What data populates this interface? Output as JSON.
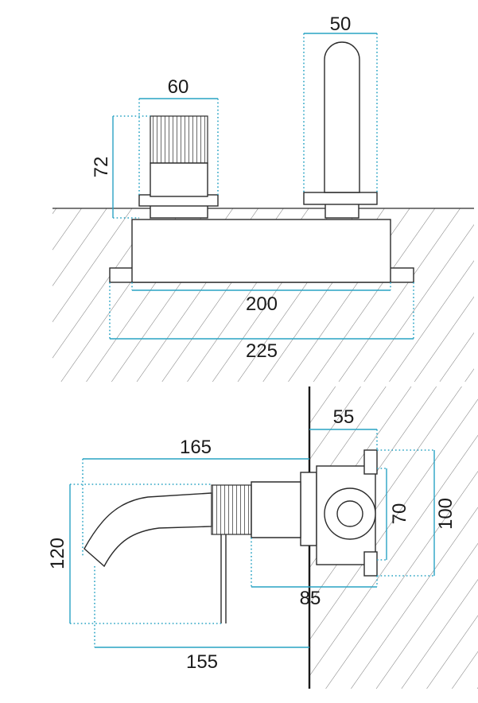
{
  "top_view": {
    "dims": {
      "handle_width": "60",
      "handle_height": "72",
      "spout_width": "50",
      "body_width": "200",
      "overall_width": "225"
    }
  },
  "side_view": {
    "dims": {
      "wall_to_body": "55",
      "spout_reach": "165",
      "total_height": "120",
      "body_small": "70",
      "body_large": "100",
      "body_depth": "85",
      "reach_155": "155"
    }
  },
  "colors": {
    "dimension": "#29a3c4",
    "outline": "#2b2b2b",
    "hatch": "#555555"
  }
}
